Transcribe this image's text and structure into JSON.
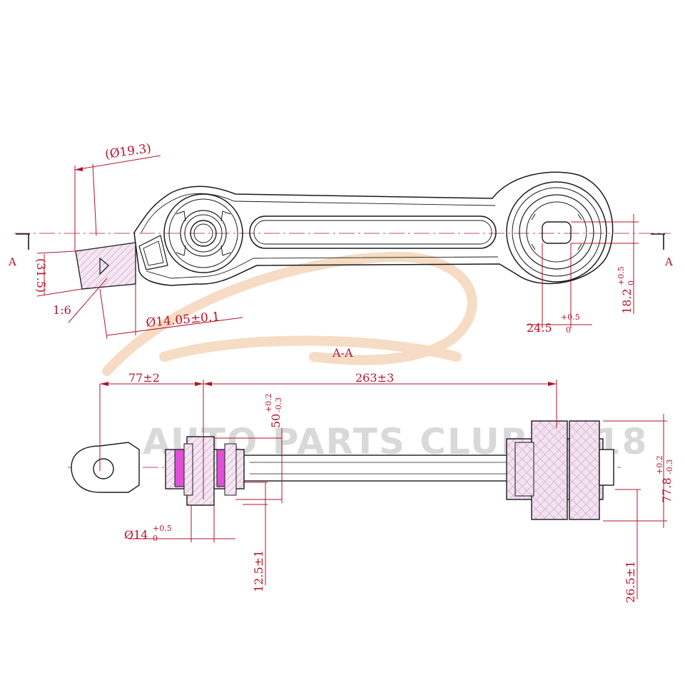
{
  "watermark": {
    "text": "AUTO PARTS CLUB 2018"
  },
  "section_marks": {
    "left": "A",
    "right": "A",
    "view_title": "A-A"
  },
  "top_view": {
    "dia_19_3": "(Ø19.3)",
    "dim_31_5": "(31.5)",
    "taper": "1:6",
    "dia_14_05": "Ø14.05±0.1",
    "dim_24_5": {
      "main": "24.5",
      "tol_upper": "+0.5",
      "tol_lower": "0"
    },
    "dim_18_2": {
      "main": "18.2",
      "tol_upper": "+0.5",
      "tol_lower": "0"
    }
  },
  "section_view": {
    "dim_77": "77±2",
    "dim_263": "263±3",
    "dim_50": {
      "main": "50",
      "tol_upper": "+0.2",
      "tol_lower": "-0.3"
    },
    "dim_14": {
      "main": "Ø14",
      "tol_upper": "+0.5",
      "tol_lower": "0"
    },
    "dim_12_5": "12.5±1",
    "dim_77_8": {
      "main": "77.8",
      "tol_upper": "+0.2",
      "tol_lower": "-0.3"
    },
    "dim_26_5": "26.5±1"
  },
  "colors": {
    "outline": "#1a1a1a",
    "dimension": "#b8132a",
    "hatch": "#c9a0c9",
    "bushing_rubber": "#e04fd8",
    "watermark": "#d9d9d9",
    "swoosh": "#f6dcc4"
  }
}
